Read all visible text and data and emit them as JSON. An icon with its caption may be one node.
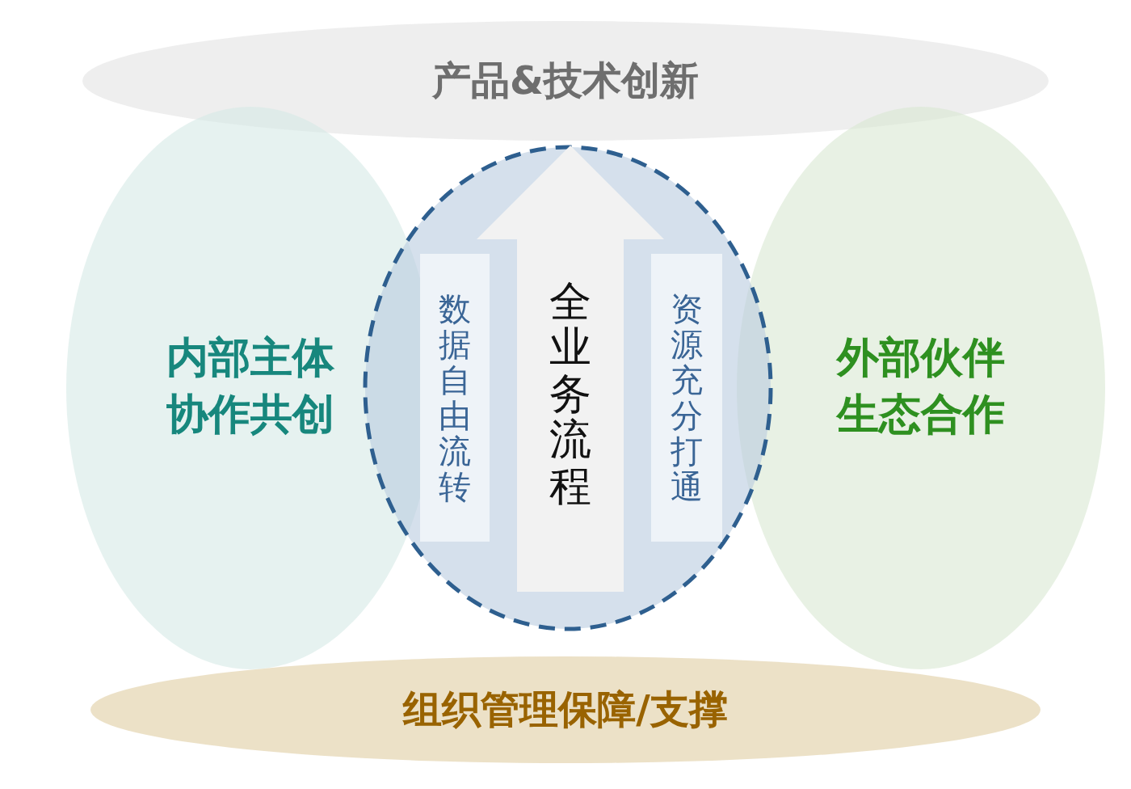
{
  "diagram": {
    "nodes": [
      {
        "text": [
          "产品&技术创新"
        ]
      },
      {
        "text": [
          "内部主体协作共创"
        ]
      },
      {
        "text": [],
        "shape": "circle"
      },
      {
        "text": [
          "全业务流程"
        ],
        "in": 2
      },
      {
        "text": [
          "数据自由流转"
        ],
        "in": 2
      },
      {
        "text": [
          "资源充分打通"
        ],
        "in": 2
      },
      {
        "text": [
          "外部伙伴生态合作"
        ]
      },
      {
        "text": [
          "组织管理保障/支撑"
        ]
      }
    ]
  }
}
